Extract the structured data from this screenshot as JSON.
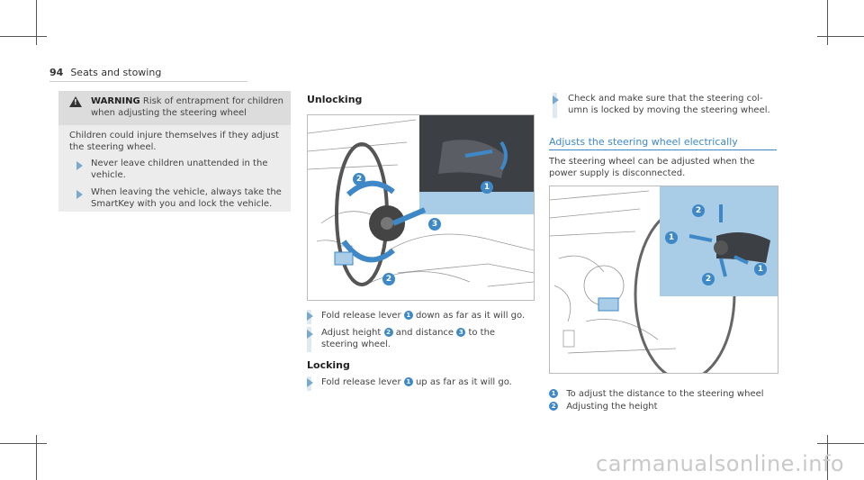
{
  "page": {
    "number": "94",
    "section_title": "Seats and stowing"
  },
  "warning": {
    "label": "WARNING",
    "title_rest": "Risk of entrapment for children",
    "title_line2": "when adjusting the steering wheel",
    "body_line1": "Children could injure themselves if they adjust",
    "body_line2": "the steering wheel.",
    "bullets": [
      {
        "line1": "Never leave children unattended in the",
        "line2": "vehicle."
      },
      {
        "line1": "When leaving the vehicle, always take the",
        "line2": "SmartKey with you and lock the vehicle."
      }
    ]
  },
  "unlocking": {
    "heading": "Unlocking",
    "step1": {
      "pre": "Fold release lever",
      "num": "1",
      "post": "down as far as it will go."
    },
    "step2": {
      "pre": "Adjust height",
      "num_a": "2",
      "mid": "and distance",
      "num_b": "3",
      "post": "to the",
      "line2": "steering wheel."
    }
  },
  "locking": {
    "heading": "Locking",
    "step1": {
      "pre": "Fold release lever",
      "num": "1",
      "post": "up as far as it will go."
    }
  },
  "check": {
    "line1": "Check and make sure that the steering col-",
    "line2": "umn is locked by moving the steering wheel."
  },
  "electric": {
    "heading": "Adjusts the steering wheel electrically",
    "body_line1": "The steering wheel can be adjusted when the",
    "body_line2": "power supply is disconnected.",
    "legend": [
      {
        "num": "1",
        "text": "To adjust the distance to the steering wheel"
      },
      {
        "num": "2",
        "text": "Adjusting the height"
      }
    ]
  },
  "illustration1": {
    "callouts": [
      "1",
      "2",
      "3",
      "2"
    ]
  },
  "illustration2": {
    "callouts": [
      "2",
      "1",
      "1",
      "2"
    ]
  },
  "watermark": "carmanualsonline.info",
  "colors": {
    "accent": "#3e88c8",
    "panel": "#a9cde6",
    "warning_bg": "#ececec"
  }
}
